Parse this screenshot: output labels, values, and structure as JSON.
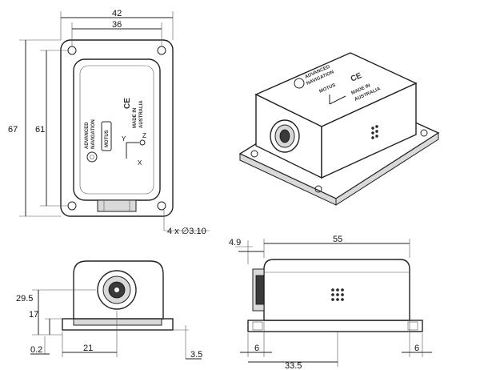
{
  "dimensions": {
    "top_overall_width": "42",
    "top_hole_spacing": "36",
    "top_overall_height": "67",
    "top_hole_height": "61",
    "hole_callout": "4 x ∅3.10",
    "side_height_connector": "29.5",
    "side_height_base": "17",
    "side_flange_thickness": "0.2",
    "side_connector_offset": "21",
    "side_base_gap": "3.5",
    "right_top_offset": "4.9",
    "right_body_length": "55",
    "right_left_margin": "6",
    "right_center_offset": "33.5",
    "right_right_margin": "6"
  },
  "device_labels": {
    "brand_line1": "ADVANCED",
    "brand_line2": "NAVIGATION",
    "model": "MOTUS",
    "made_in_line1": "MADE IN",
    "made_in_line2": "AUSTRALIA",
    "ce_mark": "CE",
    "axis_x": "X",
    "axis_y": "Y",
    "axis_z": "Z"
  }
}
